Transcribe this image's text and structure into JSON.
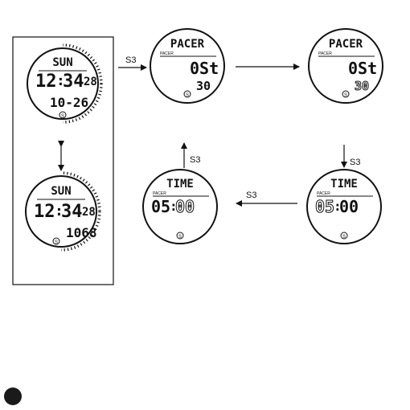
{
  "labels": {
    "s3_top_left": "S3",
    "s3_up": "S3",
    "s3_down": "S3",
    "s3_bottom_mid": "S3"
  },
  "watch_time": {
    "day": "SUN",
    "hour": "12",
    "minute": "34",
    "second": "28",
    "date": "10-26",
    "button_glyph": "S"
  },
  "watch_altitude": {
    "day": "SUN",
    "hour": "12",
    "minute": "34",
    "second": "28",
    "value": "1068",
    "button_glyph": "S"
  },
  "watch_pacer_1": {
    "title": "PACER",
    "small_label": "PACER",
    "value_main": "0St",
    "value_sub": "30",
    "button_glyph": "S"
  },
  "watch_pacer_2": {
    "title": "PACER",
    "small_label": "PACER",
    "value_main": "0St",
    "value_sub": "30",
    "button_glyph": "S"
  },
  "watch_time_set_1": {
    "title": "TIME",
    "small_label": "PACER",
    "hours": "05",
    "minutes": "00",
    "button_glyph": "S"
  },
  "watch_time_set_2": {
    "title": "TIME",
    "small_label": "PACER",
    "hours": "05",
    "minutes": "00",
    "button_glyph": "S"
  },
  "colors": {
    "ink": "#111111",
    "page_marker": "#1a1a1a"
  }
}
